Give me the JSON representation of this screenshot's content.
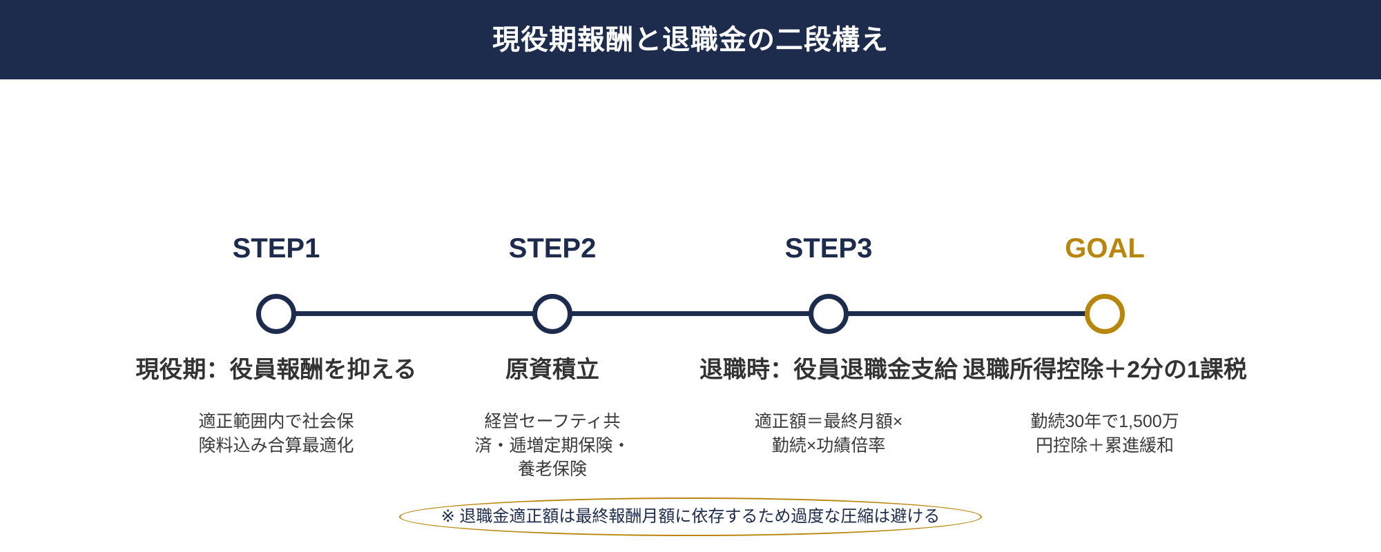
{
  "header": {
    "title": "現役期報酬と退職金の二段構え",
    "background_color": "#1d2b4c",
    "text_color": "#ffffff"
  },
  "theme": {
    "navy": "#1d2b4c",
    "gold": "#b8860b",
    "body_text": "#333333",
    "background": "#ffffff"
  },
  "timeline": {
    "axis_color": "#1d2b4c",
    "nodes": [
      {
        "step_label": "STEP1",
        "title": "現役期：役員報酬を抑える",
        "description": "適正範囲内で社会保険料込み合算最適化",
        "accent_color": "#1d2b4c",
        "marker": "circle-outline-icon"
      },
      {
        "step_label": "STEP2",
        "title": "原資積立",
        "description": "経営セーフティ共済・逓増定期保険・養老保険",
        "accent_color": "#1d2b4c",
        "marker": "circle-outline-icon"
      },
      {
        "step_label": "STEP3",
        "title": "退職時：役員退職金支給",
        "description": "適正額＝最終月額×勤続×功績倍率",
        "accent_color": "#1d2b4c",
        "marker": "circle-outline-icon"
      },
      {
        "step_label": "GOAL",
        "title": "退職所得控除＋2分の1課税",
        "description": "勤続30年で1,500万円控除＋累進緩和",
        "accent_color": "#b8860b",
        "marker": "circle-outline-icon"
      }
    ]
  },
  "footnote": {
    "text": "※ 退職金適正額は最終報酬月額に依存するため過度な圧縮は避ける",
    "outline_color": "#b8860b",
    "text_color": "#1d2b4c"
  }
}
